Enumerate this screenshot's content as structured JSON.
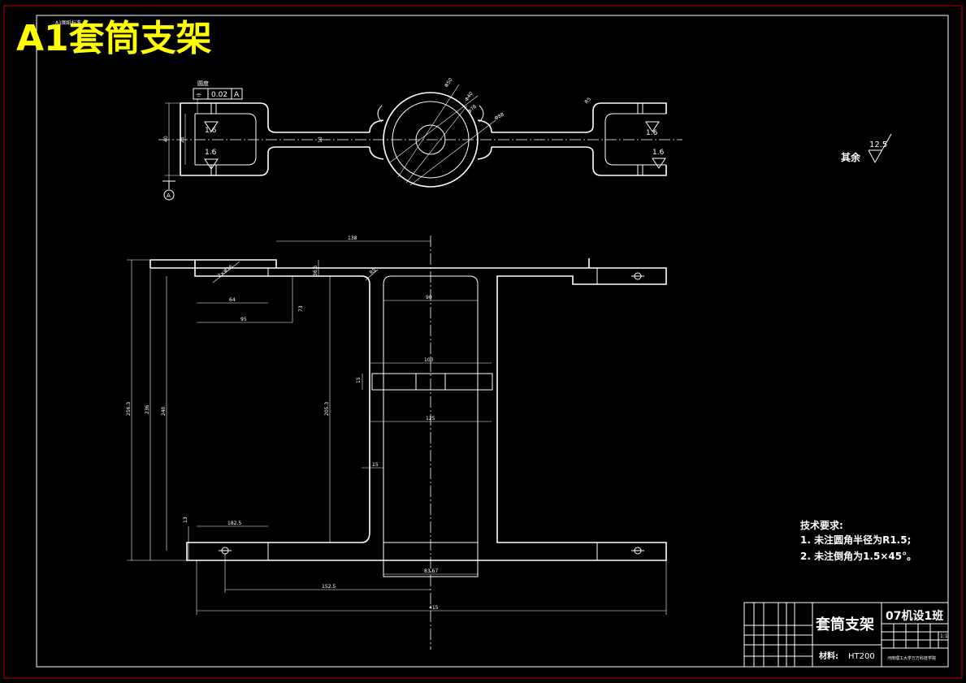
{
  "title_banner": "A1套筒支架",
  "title_banner_small": "A1图纸标准",
  "colors": {
    "frame_outer": "#c00000",
    "lines": "#ffffff",
    "banner": "#ffff00",
    "background": "#000000"
  },
  "top_view": {
    "tolerance_label": "圆度",
    "tolerance_value": "0.02",
    "datum": "A",
    "datum_label": "A",
    "roughness": [
      "1.6",
      "1.6",
      "1.6",
      "1.6"
    ],
    "dim_height": "40",
    "dim_inner": "25",
    "dim_web": "10",
    "dim_radius": "R5",
    "angled_dims": [
      "Φ50",
      "Φ40",
      "Φ78",
      "Φ88"
    ]
  },
  "other_roughness": {
    "label": "其余",
    "value": "12.5"
  },
  "front_view": {
    "dims": {
      "top_138": "138",
      "d_64": "64",
      "d_95": "95",
      "d_73": "73",
      "d_36": "36.5",
      "d_r5": "R5",
      "d_s6": "2×Φ16",
      "d_90": "90",
      "d_100": "100",
      "d_15": "15",
      "d_125": "125",
      "d_15b": "15",
      "d_8367": "83.67",
      "d_1825": "182.5",
      "d_1523": "152.5",
      "d_415": "415",
      "d_13": "13",
      "v_2563": "256.3",
      "v_236": "236",
      "v_240": "240",
      "v_2053": "205.3"
    }
  },
  "tech_requirements": {
    "heading": "技术要求:",
    "item1": "1. 未注圆角半径为R1.5;",
    "item2": "2. 未注倒角为1.5×45°。"
  },
  "title_block": {
    "part_name": "套筒支架",
    "class_name": "07机设1班",
    "material_label": "材料:",
    "material": "HT200",
    "scale": "1:1",
    "school": "河南理工大学万方科技学院"
  }
}
